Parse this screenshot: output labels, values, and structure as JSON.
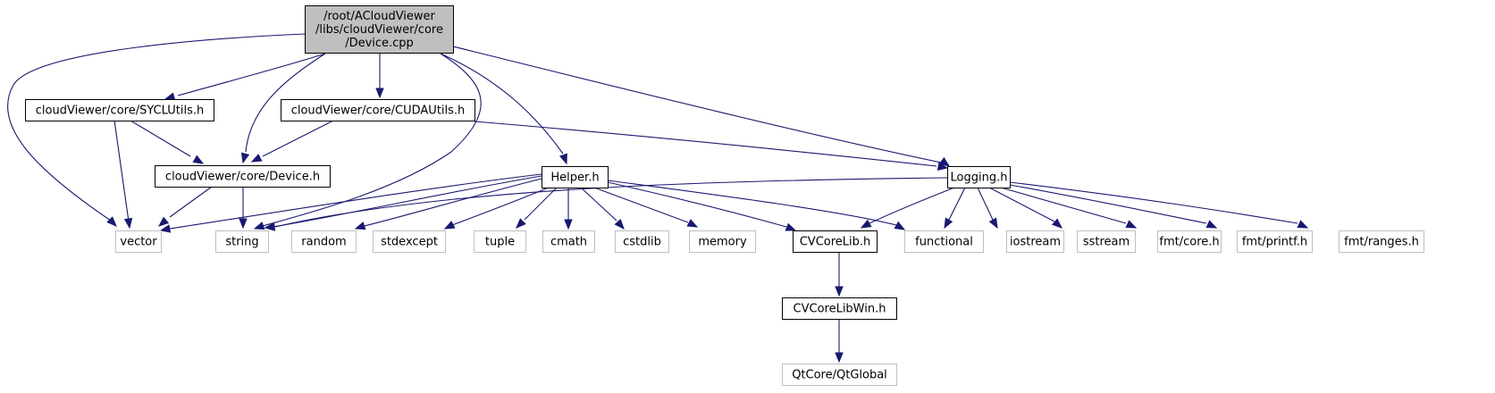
{
  "graph": {
    "type": "include-dependency-graph",
    "colors": {
      "edge": "#191970",
      "root_fill": "#bfbfbf",
      "root_border": "#000000",
      "documented_border": "#000000",
      "external_border": "#bfbfbf",
      "node_fill": "#ffffff",
      "text": "#000000"
    },
    "nodes": [
      {
        "id": "root",
        "kind": "root",
        "lines": [
          "/root/ACloudViewer",
          "/libs/cloudViewer/core",
          "/Device.cpp"
        ]
      },
      {
        "id": "sycl",
        "kind": "documented",
        "lines": [
          "cloudViewer/core/SYCLUtils.h"
        ]
      },
      {
        "id": "cuda",
        "kind": "documented",
        "lines": [
          "cloudViewer/core/CUDAUtils.h"
        ]
      },
      {
        "id": "deviceh",
        "kind": "documented",
        "lines": [
          "cloudViewer/core/Device.h"
        ]
      },
      {
        "id": "helper",
        "kind": "documented",
        "lines": [
          "Helper.h"
        ]
      },
      {
        "id": "logging",
        "kind": "documented",
        "lines": [
          "Logging.h"
        ]
      },
      {
        "id": "vector",
        "kind": "external",
        "lines": [
          "vector"
        ]
      },
      {
        "id": "string",
        "kind": "external",
        "lines": [
          "string"
        ]
      },
      {
        "id": "random",
        "kind": "external",
        "lines": [
          "random"
        ]
      },
      {
        "id": "stdexcept",
        "kind": "external",
        "lines": [
          "stdexcept"
        ]
      },
      {
        "id": "tuple",
        "kind": "external",
        "lines": [
          "tuple"
        ]
      },
      {
        "id": "cmath",
        "kind": "external",
        "lines": [
          "cmath"
        ]
      },
      {
        "id": "cstdlib",
        "kind": "external",
        "lines": [
          "cstdlib"
        ]
      },
      {
        "id": "memory",
        "kind": "external",
        "lines": [
          "memory"
        ]
      },
      {
        "id": "cvcorelib",
        "kind": "documented",
        "lines": [
          "CVCoreLib.h"
        ]
      },
      {
        "id": "functional",
        "kind": "external",
        "lines": [
          "functional"
        ]
      },
      {
        "id": "iostream",
        "kind": "external",
        "lines": [
          "iostream"
        ]
      },
      {
        "id": "sstream",
        "kind": "external",
        "lines": [
          "sstream"
        ]
      },
      {
        "id": "fmtcore",
        "kind": "external",
        "lines": [
          "fmt/core.h"
        ]
      },
      {
        "id": "fmtprintf",
        "kind": "external",
        "lines": [
          "fmt/printf.h"
        ]
      },
      {
        "id": "fmtranges",
        "kind": "external",
        "lines": [
          "fmt/ranges.h"
        ]
      },
      {
        "id": "cvcorelibwin",
        "kind": "documented",
        "lines": [
          "CVCoreLibWin.h"
        ]
      },
      {
        "id": "qtglobal",
        "kind": "external",
        "lines": [
          "QtCore/QtGlobal"
        ]
      }
    ],
    "edges": [
      {
        "from": "root",
        "to": "vector"
      },
      {
        "from": "root",
        "to": "sycl"
      },
      {
        "from": "root",
        "to": "deviceh"
      },
      {
        "from": "root",
        "to": "cuda"
      },
      {
        "from": "root",
        "to": "string"
      },
      {
        "from": "root",
        "to": "helper"
      },
      {
        "from": "root",
        "to": "logging"
      },
      {
        "from": "sycl",
        "to": "deviceh"
      },
      {
        "from": "sycl",
        "to": "vector"
      },
      {
        "from": "cuda",
        "to": "deviceh"
      },
      {
        "from": "cuda",
        "to": "logging"
      },
      {
        "from": "deviceh",
        "to": "vector"
      },
      {
        "from": "deviceh",
        "to": "string"
      },
      {
        "from": "helper",
        "to": "vector"
      },
      {
        "from": "helper",
        "to": "string"
      },
      {
        "from": "helper",
        "to": "random"
      },
      {
        "from": "helper",
        "to": "stdexcept"
      },
      {
        "from": "helper",
        "to": "tuple"
      },
      {
        "from": "helper",
        "to": "cmath"
      },
      {
        "from": "helper",
        "to": "cstdlib"
      },
      {
        "from": "helper",
        "to": "memory"
      },
      {
        "from": "helper",
        "to": "cvcorelib"
      },
      {
        "from": "helper",
        "to": "functional"
      },
      {
        "from": "logging",
        "to": "string"
      },
      {
        "from": "logging",
        "to": "cvcorelib"
      },
      {
        "from": "logging",
        "to": "functional"
      },
      {
        "from": "logging",
        "to": "iostream"
      },
      {
        "from": "logging",
        "to": "sstream"
      },
      {
        "from": "logging",
        "to": "fmtcore"
      },
      {
        "from": "logging",
        "to": "fmtprintf"
      },
      {
        "from": "logging",
        "to": "fmtranges"
      },
      {
        "from": "cvcorelib",
        "to": "cvcorelibwin"
      },
      {
        "from": "cvcorelibwin",
        "to": "qtglobal"
      }
    ]
  }
}
